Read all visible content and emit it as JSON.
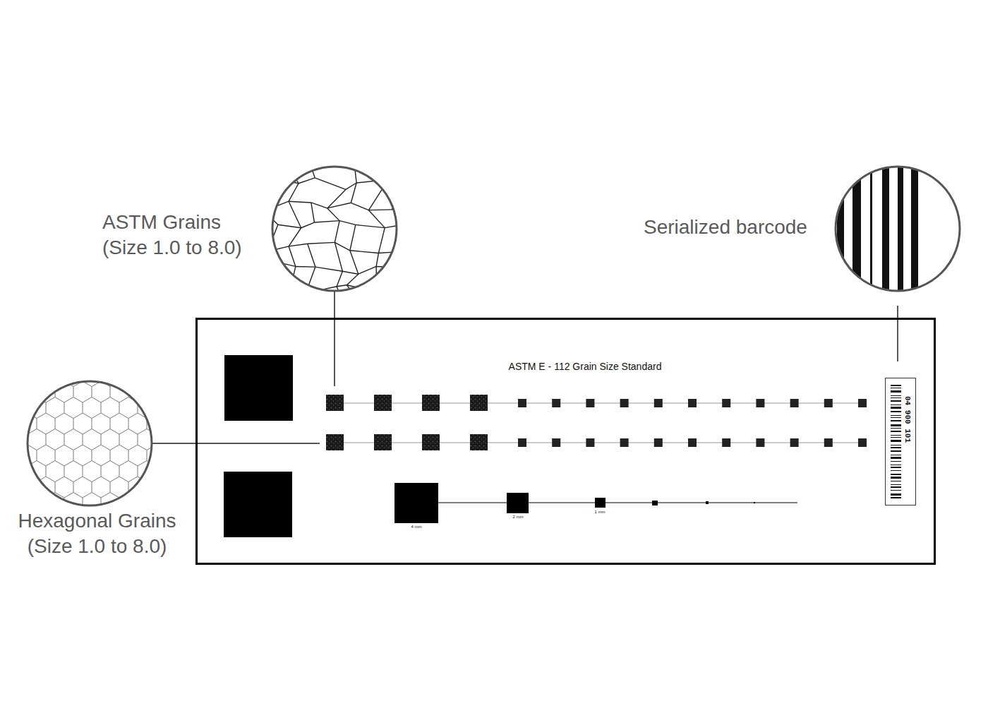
{
  "diagram": {
    "nodes": [
      {
        "text": [
          "ASTM E - 112 Grain Size Standard"
        ]
      },
      {
        "text": [
          "04 900 101"
        ],
        "in": 0
      }
    ],
    "labels": [
      "ASTM Grains (Size 1.0 to 8.0)",
      "Hexagonal Grains (Size 1.0 to 8.0)",
      "Serialized barcode",
      "4 mm",
      "2 mm",
      "1 mm"
    ]
  }
}
